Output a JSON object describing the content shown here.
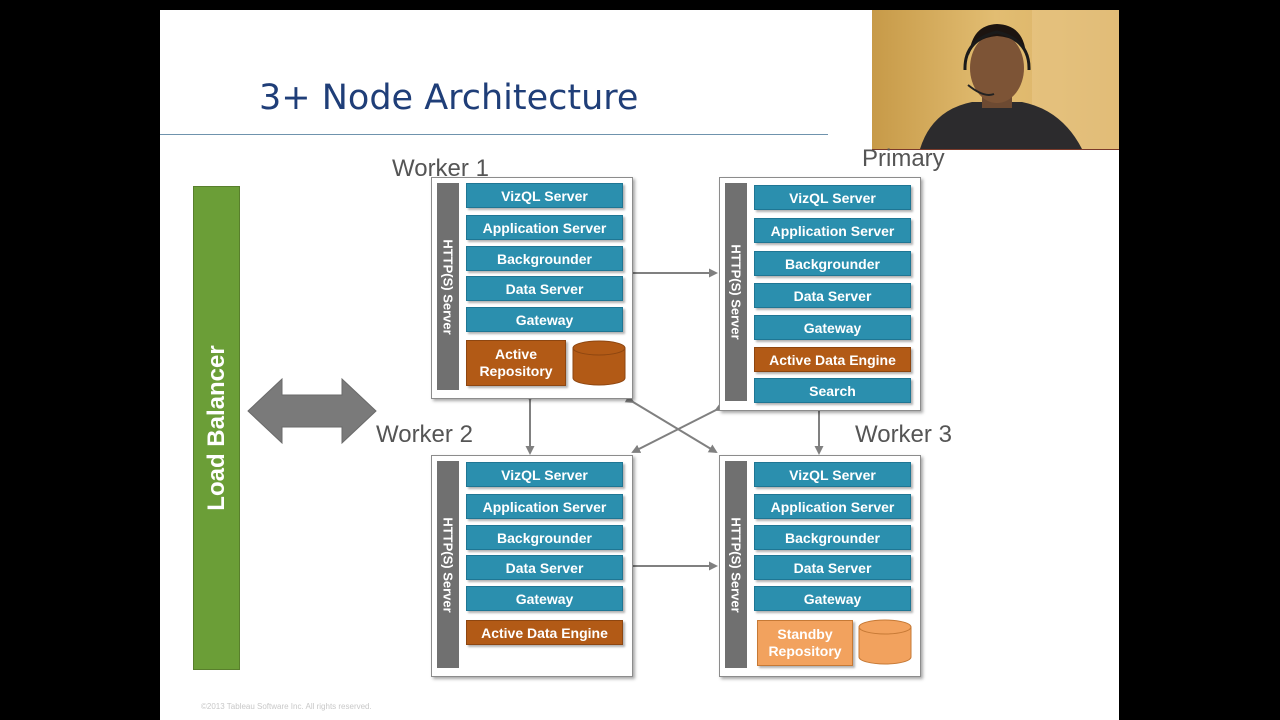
{
  "title": "3+ Node Architecture",
  "footer": "©2013 Tableau Software Inc. All rights reserved.",
  "load_balancer": "Load Balancer",
  "http_label": "HTTP(S) Server",
  "colors": {
    "process": "#2b8fae",
    "active_engine": "#b25a16",
    "standby": "#f2a25e",
    "load_balancer": "#6b9e37",
    "http": "#707070",
    "title": "#1f3e78"
  },
  "nodes": {
    "worker1": {
      "label": "Worker 1",
      "processes": [
        "VizQL Server",
        "Application Server",
        "Backgrounder",
        "Data Server",
        "Gateway"
      ],
      "repository": "Active Repository"
    },
    "primary": {
      "label": "Primary",
      "processes": [
        "VizQL Server",
        "Application Server",
        "Backgrounder",
        "Data Server",
        "Gateway"
      ],
      "engine": "Active Data Engine",
      "search": "Search"
    },
    "worker2": {
      "label": "Worker 2",
      "processes": [
        "VizQL Server",
        "Application Server",
        "Backgrounder",
        "Data Server",
        "Gateway"
      ],
      "engine": "Active Data Engine"
    },
    "worker3": {
      "label": "Worker 3",
      "processes": [
        "VizQL Server",
        "Application Server",
        "Backgrounder",
        "Data Server",
        "Gateway"
      ],
      "repository": "Standby Repository"
    }
  }
}
